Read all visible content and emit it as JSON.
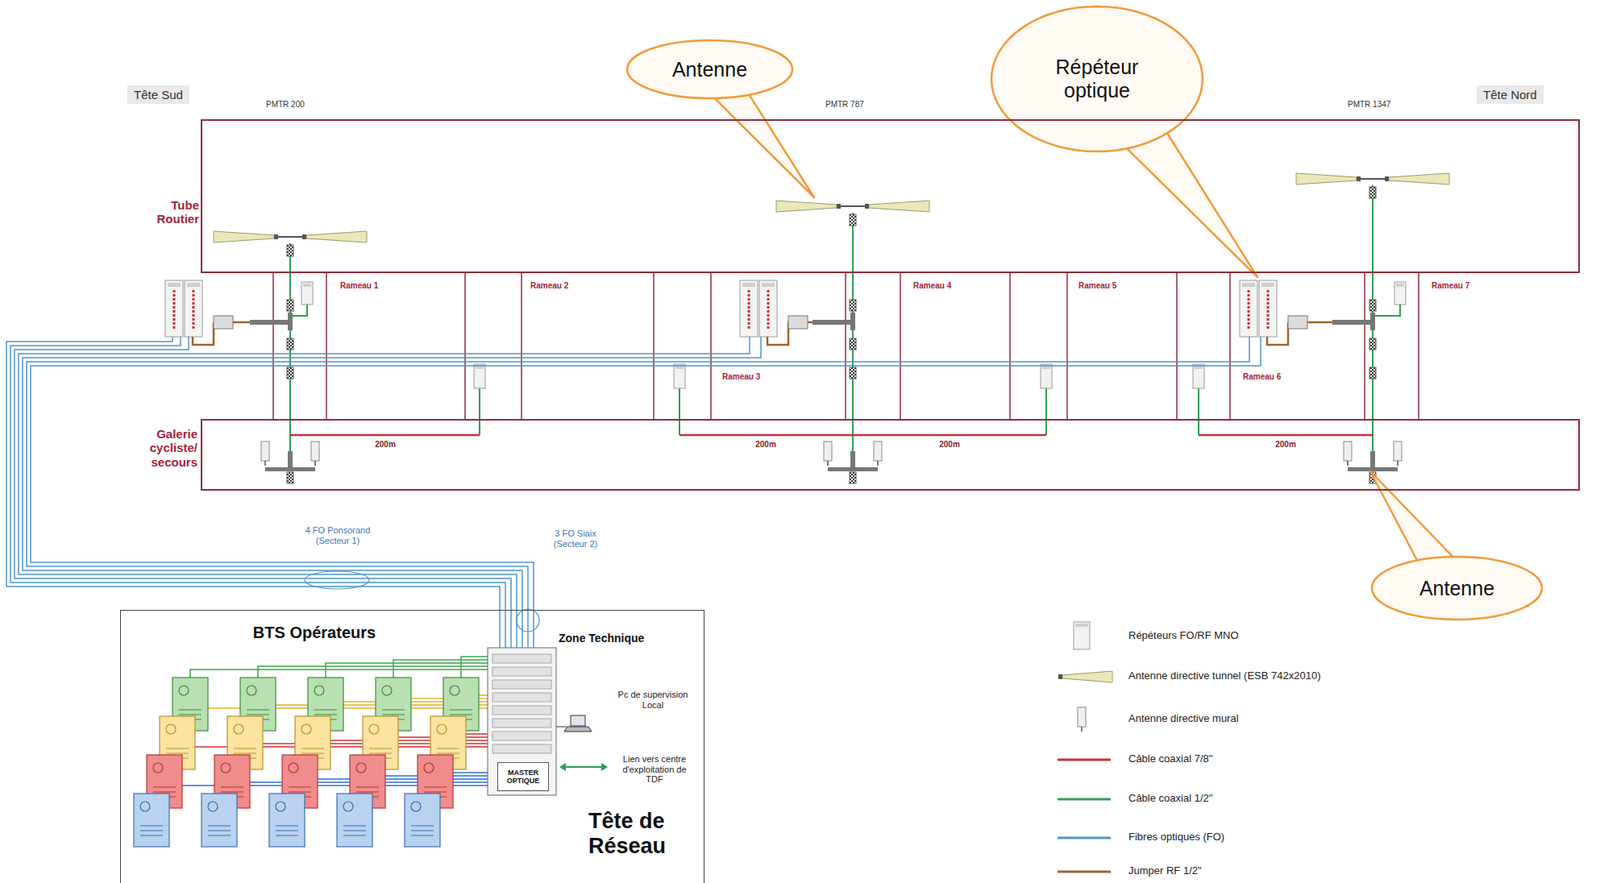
{
  "diagram": {
    "nodes": [
      {
        "text": [
          "Antenne"
        ]
      },
      {
        "text": [
          "Répéteur optique"
        ]
      },
      {
        "text": [
          "Tube Routier"
        ]
      },
      {
        "text": [
          "Galerie cycliste/ secours"
        ]
      },
      {
        "text": [
          "Antenne"
        ]
      },
      {
        "text": [
          "BTS Opérateurs",
          "Zone Technique",
          "Tête de Réseau"
        ]
      },
      {
        "text": [
          "MASTER OPTIQUE"
        ],
        "in": 5
      }
    ],
    "labels": [
      "Tête Sud",
      "Tête Nord",
      "PMTR 200",
      "PMTR 787",
      "PMTR 1347",
      "Rameau 1",
      "Rameau 2",
      "Rameau 3",
      "Rameau 4",
      "Rameau 5",
      "Rameau 6",
      "Rameau 7",
      "200m",
      "200m",
      "200m",
      "200m",
      "4 FO Ponsorand (Secteur 1)",
      "3 FO Siaix (Secteur 2)",
      "Pc de supervision Local",
      "Lien vers centre d'exploitation de TDF"
    ],
    "legend": [
      {
        "text": "Répéteurs FO/RF MNO"
      },
      {
        "text": "Antenne directive tunnel (ESB 742x2010)"
      },
      {
        "text": "Antenne directive mural"
      },
      {
        "text": "Câble coaxial 7/8\""
      },
      {
        "text": "Câble coaxial 1/2\""
      },
      {
        "text": "Fibres optiques (FO)"
      },
      {
        "text": "Jumper RF 1/2\""
      }
    ]
  }
}
